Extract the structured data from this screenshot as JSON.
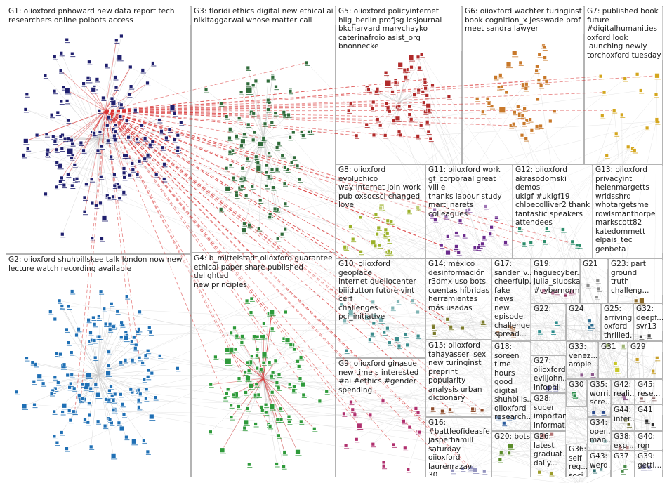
{
  "colors": {
    "background": "#ffffff",
    "box_border": "#b4b4b4",
    "edge_gray": "#c8c8c8",
    "edge_red": "#d83232",
    "node_border": "#222222"
  },
  "groups": [
    {
      "id": "G1",
      "label": "G1: oiioxford pnhoward new data report tech\nresearchers online polbots access",
      "color": "#1f1f6e"
    },
    {
      "id": "G2",
      "label": "G2: oiioxford shuhbillskee talk london now new\nlecture watch recording available",
      "color": "#1f6fb4"
    },
    {
      "id": "G3",
      "label": "G3: floridi ethics digital new ethical ai\nnikitaggarwal whose matter call",
      "color": "#2f6b3a"
    },
    {
      "id": "G4",
      "label": "G4: b_mittelstadt oiioxford guarantee\nethical paper share published delighted\nnew principles",
      "color": "#2e9a3a"
    },
    {
      "id": "G5",
      "label": "G5: oiioxford policyinternet\nhiig_berlin profjsg icsjournal\nbkcharvard marychayko\ncaterinafroio asist_org bnonnecke",
      "color": "#b02a2a"
    },
    {
      "id": "G6",
      "label": "G6: oiioxford wachter turinginst\nbook cognition_x jesswade prof\nmeet sandra lawyer",
      "color": "#c8782a"
    },
    {
      "id": "G7",
      "label": "G7: published book\nfuture\n#digitalhumanities\noxford look\nlaunching newly\ntorchoxford tuesday",
      "color": "#d4a61e"
    },
    {
      "id": "G8",
      "label": "G8: oiioxford evoluchico\nway internet join work\npub oxsocsci changed\nlove",
      "color": "#9bb12a"
    },
    {
      "id": "G9",
      "label": "G9: oiioxford ginasue\nnew time s interested\n#ai #ethics #gender\nspending",
      "color": "#b0306e"
    },
    {
      "id": "G10",
      "label": "G10: oiioxford geoplace\ninternet quellocenter\nbiiidutton future vint cerf\nchallenges pci_initiative",
      "color": "#3c8c8c"
    },
    {
      "id": "G11",
      "label": "G11: oiioxford work\ngf_corporaal great vlilie\nthanks labour study\nmartijnarets colleagues",
      "color": "#6a2a8c"
    },
    {
      "id": "G12",
      "label": "G12: oiioxford\nakrasodomski demos\nukigf #ukigf19\nchloecolliver2 thank\nfantastic speakers\nattendees",
      "color": "#2a8c6a"
    },
    {
      "id": "G13",
      "label": "G13: oiioxford\nprivacyint\nhelenmargetts\nwrldsshrd\nwhotargetsme\nrowlsmanthorpe\nmarkscott82\nkatedommett\nelpais_tec\ngenbeta",
      "color": "#4a7ab4"
    },
    {
      "id": "G14",
      "label": "G14: méxico\ndesinformación\nr3dmx uso bots\ncuentas híbridas\nherramientas\nmás usadas",
      "color": "#7a7a2a"
    },
    {
      "id": "G15",
      "label": "G15: oiioxford\ntahayasseri sex\nnew turinginst\npreprint\npopularity\nanalysis urban\ndictionary",
      "color": "#8c4a2a"
    },
    {
      "id": "G16",
      "label": "G16:\n#battleofideasfe...\njasperhamill\nsaturday\noiioxford\nlaurenrazavi 30...",
      "color": "#5a5a9c"
    },
    {
      "id": "G17",
      "label": "G17:\nsander_v...\ncheerfulp...\nfake news\nnew\nepisode\nchallenge\nspread...",
      "color": "#9c5a2a"
    },
    {
      "id": "G18",
      "label": "G18:\nsoreen\ntime hours\ngood\ndigital\nshuhbills...\noiioxford\nresearch...",
      "color": "#2a5a9c"
    },
    {
      "id": "G19",
      "label": "G19:\nhaguecyber...\njulia_slupska\n#cybernorm...",
      "color": "#8c2a5a"
    },
    {
      "id": "G20",
      "label": "G20: bots",
      "color": "#5a8c2a"
    },
    {
      "id": "G21",
      "label": "G21",
      "color": "#8c8c8c"
    },
    {
      "id": "G22",
      "label": "G22:",
      "color": "#2a8c8c"
    },
    {
      "id": "G23",
      "label": "G23: part\nground\ntruth\nchalleng...",
      "color": "#8c6a2a"
    },
    {
      "id": "G24",
      "label": "G24",
      "color": "#2a6a8c"
    },
    {
      "id": "G25",
      "label": "G25:\narriving\noxford\nthrilled...",
      "color": "#6a8c2a"
    },
    {
      "id": "G26",
      "label": "G26:\nlatest\ngraduat...\ndaily...",
      "color": "#9c9c2a"
    },
    {
      "id": "G27",
      "label": "G27:\noiioxford\neviljohn...\ninfophil...",
      "color": "#2a2a8c"
    },
    {
      "id": "G28",
      "label": "G28:\nsuper\nimportant\ninformat...",
      "color": "#8c2a2a"
    },
    {
      "id": "G29",
      "label": "G29",
      "color": "#c8a02a"
    },
    {
      "id": "G30",
      "label": "G30",
      "color": "#2a8c4a"
    },
    {
      "id": "G31",
      "label": "G31",
      "color": "#c8c82a"
    },
    {
      "id": "G32",
      "label": "G32:\ndeepf...\nsvr13",
      "color": "#4a4a4a"
    },
    {
      "id": "G33",
      "label": "G33:\nvenez...\nample...",
      "color": "#8c5a8c"
    },
    {
      "id": "G34",
      "label": "G34:\noper...\nman...",
      "color": "#5a8c8c"
    },
    {
      "id": "G35",
      "label": "G35:\nworri...\nscre...",
      "color": "#2a4a8c"
    },
    {
      "id": "G36",
      "label": "G36:\nself\nreg...\nsoci...",
      "color": "#8c8c2a"
    },
    {
      "id": "G37",
      "label": "G37",
      "color": "#4a8c4a"
    },
    {
      "id": "G38",
      "label": "G38:\nexpl...",
      "color": "#8c4a4a"
    },
    {
      "id": "G39",
      "label": "G39:\ngetti...",
      "color": "#4a4a8c"
    },
    {
      "id": "G40",
      "label": "G40:\nron",
      "color": "#6a6a6a"
    },
    {
      "id": "G41",
      "label": "G41",
      "color": "#2a2a2a"
    },
    {
      "id": "G42",
      "label": "G42:\nreali...",
      "color": "#6a2a6a"
    },
    {
      "id": "G43",
      "label": "G43:\nwerd...",
      "color": "#2a6a6a"
    },
    {
      "id": "G44",
      "label": "G44:\ninter...",
      "color": "#6a6a2a"
    },
    {
      "id": "G45",
      "label": "G45:\nrese...",
      "color": "#8c6a6a"
    }
  ]
}
